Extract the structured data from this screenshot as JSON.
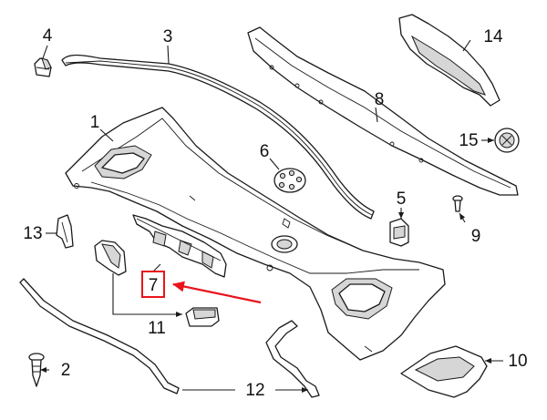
{
  "callouts": {
    "c1": "1",
    "c2": "2",
    "c3": "3",
    "c4": "4",
    "c5": "5",
    "c6": "6",
    "c7": "7",
    "c8": "8",
    "c9": "9",
    "c10": "10",
    "c11": "11",
    "c12": "12",
    "c13": "13",
    "c14": "14",
    "c15": "15"
  },
  "highlight": {
    "callout": "7",
    "color": "#e8141c"
  },
  "colors": {
    "line": "#1a1a1a",
    "part_fill": "#ffffff",
    "shade": "#d6d6d6"
  }
}
